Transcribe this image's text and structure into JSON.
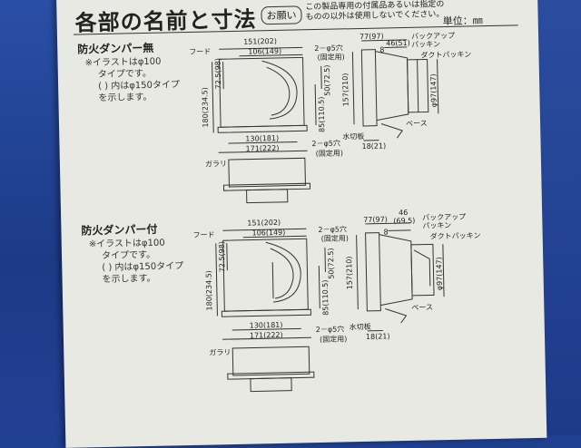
{
  "header": {
    "title": "各部の名前と寸法",
    "badge": "お願い",
    "note_line1": "この製品専用の付属品あるいは指定の",
    "note_line2": "ものの以外は使用しないでください。",
    "unit": "単位：㎜"
  },
  "sections": [
    {
      "title": "防火ダンパー無",
      "note_line1": "※イラストはφ100",
      "note_line2": "タイプです。",
      "note_line3": "( ) 内はφ150タイプ",
      "note_line4": "を示します。",
      "labels": {
        "hood": "フード",
        "garari": "ガラリ",
        "w_total": "151(202)",
        "w_top": "106(149)",
        "h_total": "180(234.5)",
        "h_upper": "72.5(98)",
        "holes_top": "2－φ5穴",
        "fixing_top": "(固定用)",
        "h_r1": "50(72.5)",
        "h_r2": "85(110.5)",
        "w_b1": "130(181)",
        "w_b2": "171(222)",
        "holes_bot": "2－φ5穴",
        "fixing_bot": "(固定用)",
        "d1": "77(97)",
        "d2": "46(51)",
        "d3": "8",
        "backup1": "バックアップ",
        "backup2": "パッキン",
        "duct": "ダクトパッキン",
        "h_side": "157(210)",
        "dia": "φ97(147)",
        "base": "ベース",
        "drip": "水切板",
        "d4": "18(21)"
      }
    },
    {
      "title": "防火ダンパー付",
      "note_line1": "※イラストはφ100",
      "note_line2": "タイプです。",
      "note_line3": "( ) 内はφ150タイプ",
      "note_line4": "を示します。",
      "labels": {
        "hood": "フード",
        "garari": "ガラリ",
        "w_total": "151(202)",
        "w_top": "106(149)",
        "h_total": "180(234.5)",
        "h_upper": "72.5(98)",
        "holes_top": "2－φ5穴",
        "fixing_top": "(固定用)",
        "h_r1": "50(72.5)",
        "h_r2": "85(110.5)",
        "w_b1": "130(181)",
        "w_b2": "171(222)",
        "holes_bot": "2－φ5穴",
        "fixing_bot": "(固定用)",
        "d1": "77(97)",
        "d2a": "46",
        "d2b": "(69.5)",
        "d3": "8",
        "backup1": "バックアップ",
        "backup2": "パッキン",
        "duct": "ダクトパッキン",
        "h_side": "157(210)",
        "dia": "φ97(147)",
        "base": "ベース",
        "drip": "水切板",
        "d4": "18(21)"
      }
    }
  ]
}
